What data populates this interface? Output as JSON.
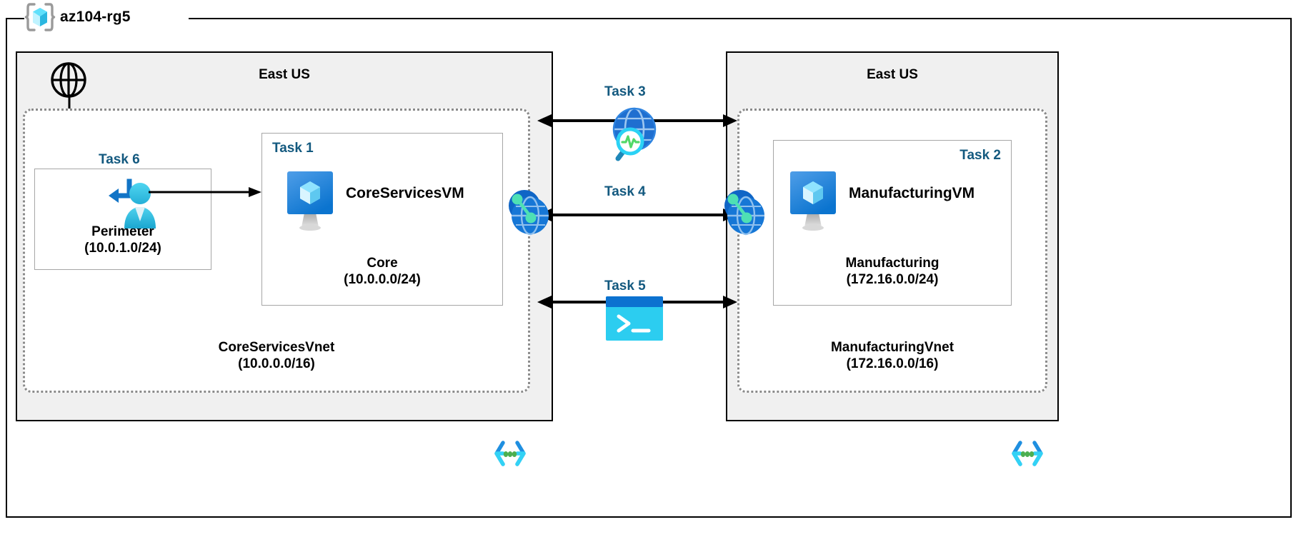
{
  "resource_group": {
    "name": "az104-rg5",
    "icon": "azure-resource-group-icon"
  },
  "regions": [
    {
      "id": "left",
      "title": "East US"
    },
    {
      "id": "right",
      "title": "East US"
    }
  ],
  "vnets": [
    {
      "id": "core-services-vnet",
      "name": "CoreServicesVnet",
      "cidr": "(10.0.0.0/16)",
      "badge_icon": "code-brackets-icon"
    },
    {
      "id": "manufacturing-vnet",
      "name": "ManufacturingVnet",
      "cidr": "(172.16.0.0/16)",
      "badge_icon": "code-brackets-icon"
    }
  ],
  "subnets": [
    {
      "id": "perimeter",
      "name": "Perimeter",
      "cidr": "(10.0.1.0/24)",
      "task": "Task 6",
      "icon": "bastion-user-icon"
    },
    {
      "id": "core",
      "name": "Core",
      "cidr": "(10.0.0.0/24)",
      "task": "Task 1",
      "icon": "virtual-machine-icon"
    },
    {
      "id": "manufacturing",
      "name": "Manufacturing",
      "cidr": "(172.16.0.0/24)",
      "task": "Task 2",
      "icon": "virtual-machine-icon"
    }
  ],
  "virtual_machines": [
    {
      "id": "core-services-vm",
      "name": "CoreServicesVM"
    },
    {
      "id": "manufacturing-vm",
      "name": "ManufacturingVM"
    }
  ],
  "connections": [
    {
      "id": "task3",
      "label": "Task 3",
      "icon": "network-watcher-icon",
      "arrow": "bidirectional"
    },
    {
      "id": "task4",
      "label": "Task 4",
      "icon": "vnet-peering-icon",
      "arrow": "bidirectional"
    },
    {
      "id": "task5",
      "label": "Task 5",
      "icon": "cloud-shell-icon",
      "arrow": "bidirectional"
    }
  ],
  "internet": {
    "icon": "globe-icon",
    "arrow": "down-to-perimeter"
  },
  "peering_endpoints": [
    {
      "id": "peering-left",
      "icon": "vnet-peering-icon"
    },
    {
      "id": "peering-right",
      "icon": "vnet-peering-icon"
    }
  ],
  "colors": {
    "task_label": "#13597f",
    "region_fill": "#f0f0f0",
    "vnet_border": "#8a8a8a",
    "subnet_border": "#a6a6a6",
    "azure_blue": "#0078d4",
    "cyan": "#32c8f0",
    "green_node": "#50e6b8",
    "frame": "#000000"
  }
}
